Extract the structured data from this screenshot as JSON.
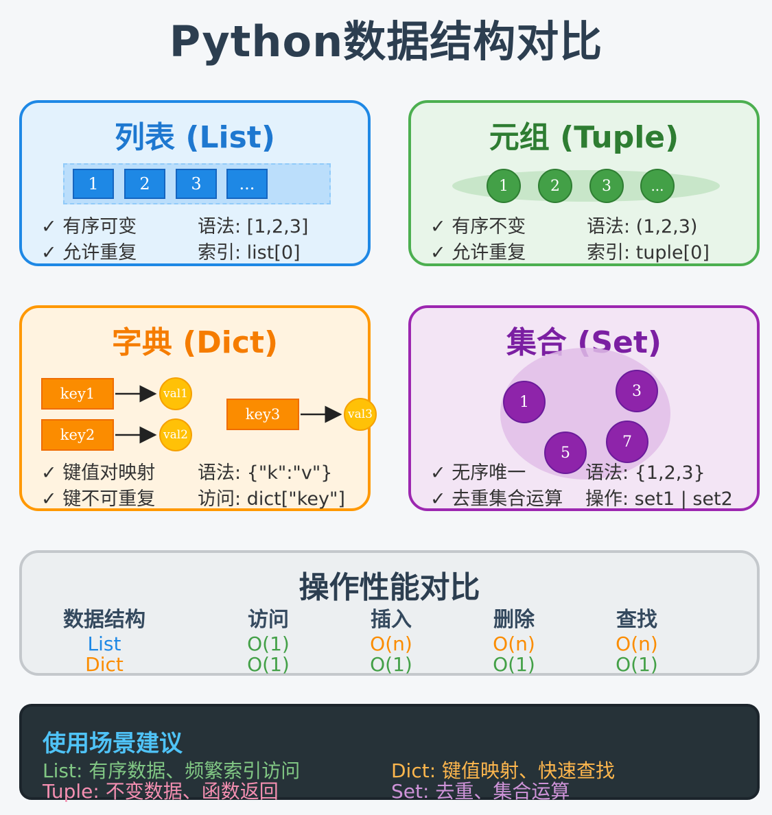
{
  "title": "Python数据结构对比",
  "colors": {
    "list": "#1e88e5",
    "tuple": "#43a047",
    "dict": "#fb8c00",
    "set": "#8e24aa",
    "good": "#43a047",
    "bad": "#fb8c00"
  },
  "list": {
    "title": "列表 (List)",
    "cells": [
      "1",
      "2",
      "3",
      "..."
    ],
    "feat1": "✓ 有序可变",
    "feat2": "✓ 允许重复",
    "syntax": "语法: [1,2,3]",
    "index": "索引: list[0]"
  },
  "tuple": {
    "title": "元组 (Tuple)",
    "cells": [
      "1",
      "2",
      "3",
      "..."
    ],
    "feat1": "✓ 有序不变",
    "feat2": "✓ 允许重复",
    "syntax": "语法: (1,2,3)",
    "index": "索引: tuple[0]"
  },
  "dict": {
    "title": "字典 (Dict)",
    "keys": [
      "key1",
      "key2",
      "key3"
    ],
    "vals": [
      "val1",
      "val2",
      "val3"
    ],
    "feat1": "✓ 键值对映射",
    "feat2": "✓ 键不可重复",
    "syntax": "语法: {\"k\":\"v\"}",
    "access": "访问: dict[\"key\"]"
  },
  "set": {
    "title": "集合 (Set)",
    "items": [
      "1",
      "3",
      "5",
      "7"
    ],
    "feat1": "✓ 无序唯一",
    "feat2": "✓ 去重集合运算",
    "syntax": "语法: {1,2,3}",
    "ops": "操作: set1 | set2"
  },
  "perf": {
    "title": "操作性能对比",
    "headers": [
      "数据结构",
      "访问",
      "插入",
      "删除",
      "查找"
    ],
    "rows": [
      [
        "List",
        "O(1)",
        "O(n)",
        "O(n)",
        "O(n)"
      ],
      [
        "Dict",
        "O(1)",
        "O(1)",
        "O(1)",
        "O(1)"
      ]
    ]
  },
  "tips": {
    "title": "使用场景建议",
    "list": "List: 有序数据、频繁索引访问",
    "dict": "Dict: 键值映射、快速查找",
    "tuple": "Tuple: 不变数据、函数返回",
    "set": "Set: 去重、集合运算"
  }
}
